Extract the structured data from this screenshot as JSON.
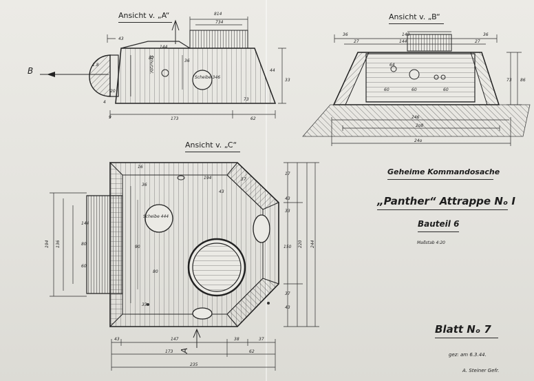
{
  "views": {
    "a": {
      "title": "Ansicht v. „A“",
      "arrow_label": "B",
      "labels": {
        "hatch": "Schutzbl.",
        "circle": "Scheibe 346",
        "dims": [
          "814",
          "734",
          "43",
          "144",
          "82",
          "9",
          "173",
          "62",
          "33",
          "1.8",
          "36",
          "44",
          "20",
          "73",
          "4"
        ]
      }
    },
    "b": {
      "title": "Ansicht v. „B“",
      "labels": {
        "dims": [
          "36",
          "148",
          "144",
          "36",
          "27",
          "27",
          "73",
          "86",
          "64",
          "60",
          "60",
          "60",
          "246",
          "2o8",
          "24o"
        ]
      }
    },
    "c": {
      "title": "Ansicht v. „C“",
      "arrow_label": "A",
      "labels": {
        "circle": "Scheibe 444",
        "dims": [
          "16",
          "36",
          "194",
          "43",
          "37",
          "17",
          "43",
          "33",
          "194",
          "136",
          "144",
          "80",
          "60",
          "90",
          "80",
          "33",
          "37",
          "43",
          "150",
          "220",
          "244",
          "43",
          "147",
          "38",
          "37",
          "173",
          "62",
          "235"
        ]
      }
    }
  },
  "title_block": {
    "classification": "Geheime Kommandosache",
    "title": "„Panther“ Attrappe Nₒ I",
    "part": "Bauteil 6",
    "scale": "Maßstab 4:20",
    "sheet": "Blatt Nₒ 7",
    "drawn": "gez: am 6.3.44.",
    "signature": "A. Steiner Gefr."
  }
}
